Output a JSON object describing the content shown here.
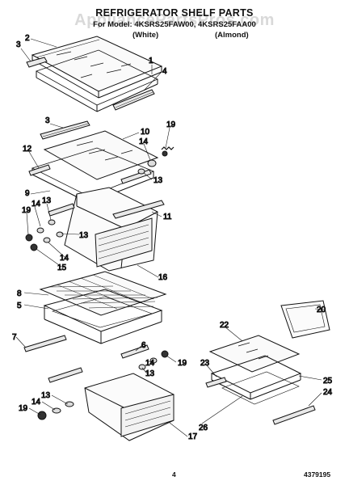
{
  "header": {
    "title": "REFRIGERATOR SHELF PARTS",
    "subtitle": "For Model: 4KSRS25FAW00, 4KSRS25FAA00",
    "variant_white": "(White)",
    "variant_almond": "(Almond)",
    "watermark": "AppliancePartsPros.com"
  },
  "callouts": [
    "1",
    "2",
    "3",
    "4",
    "3",
    "10",
    "19",
    "14",
    "12",
    "13",
    "9",
    "13",
    "14",
    "19",
    "11",
    "13",
    "14",
    "15",
    "16",
    "8",
    "5",
    "20",
    "7",
    "6",
    "19",
    "14",
    "13",
    "22",
    "23",
    "25",
    "24",
    "13",
    "14",
    "19",
    "26",
    "17"
  ],
  "footer": {
    "page_number": "4",
    "doc_number": "4379195"
  }
}
